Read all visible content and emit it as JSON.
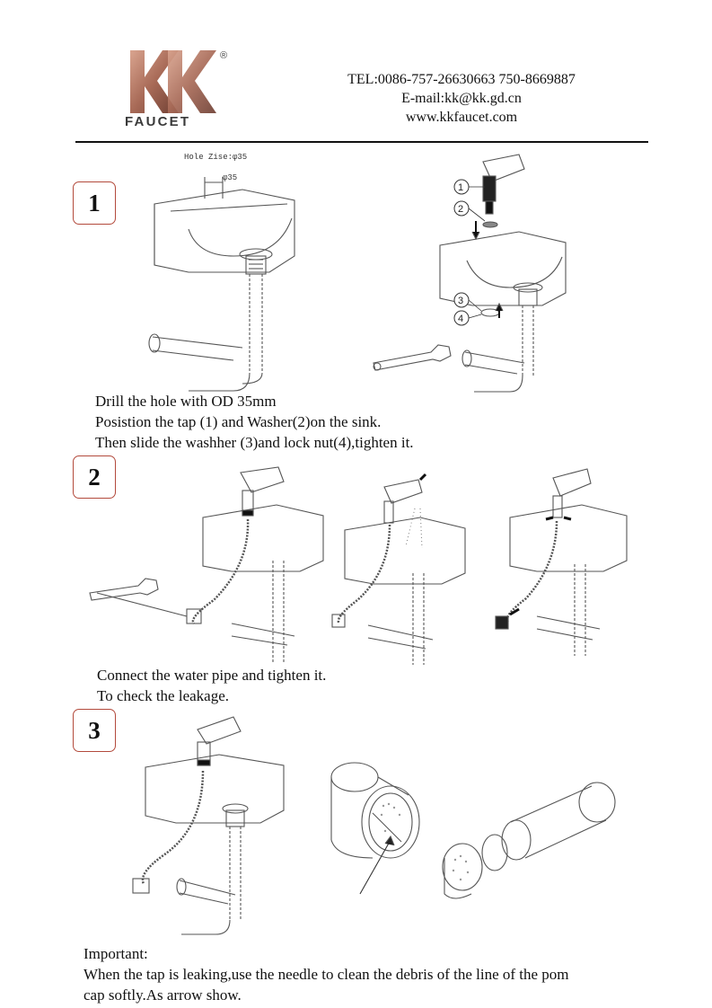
{
  "header": {
    "logo_letters": "KK",
    "logo_registered": "®",
    "logo_brand": "FAUCET",
    "tel": "TEL:0086-757-26630663 750-8669887",
    "email": "E-mail:kk@kk.gd.cn",
    "website": "www.kkfaucet.com"
  },
  "step1": {
    "number": "1",
    "hole_size_label": "Hole Zise:φ35",
    "dimension_label": "φ35",
    "callouts": [
      "1",
      "2",
      "3",
      "4"
    ],
    "lines": [
      "Drill the hole with OD 35mm",
      "Posistion the tap (1) and Washer(2)on the sink.",
      "Then slide the washher (3)and lock nut(4),tighten it."
    ]
  },
  "step2": {
    "number": "2",
    "lines": [
      "Connect the water pipe and tighten it.",
      "To check the leakage."
    ]
  },
  "step3": {
    "number": "3",
    "lines": [
      "Important:",
      "When the tap is leaking,use the needle to clean the debris of the line of the pom",
      "cap softly.As arrow show."
    ]
  },
  "colors": {
    "logo_copper": "#b07664",
    "step_border": "#b34a3c",
    "line_art": "#444444"
  }
}
